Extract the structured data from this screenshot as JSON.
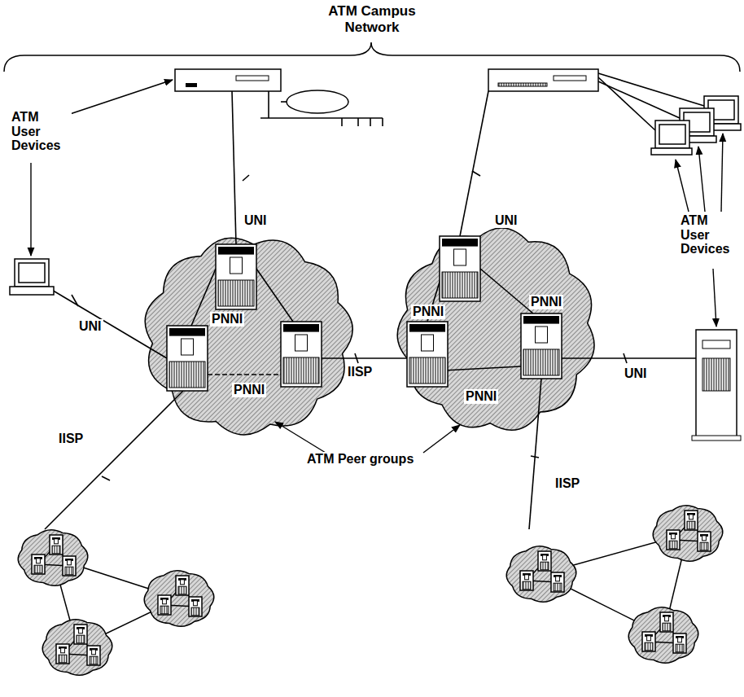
{
  "diagram": {
    "title": "ATM Campus Network",
    "labels": [
      "ATM User Devices",
      "UNI",
      "UNI",
      "ATM User Devices",
      "PNNI",
      "PNNI",
      "PNNI",
      "UNI",
      "PNNI",
      "IISP",
      "PNNI",
      "UNI",
      "IISP",
      "ATM Peer groups",
      "IISP"
    ]
  }
}
